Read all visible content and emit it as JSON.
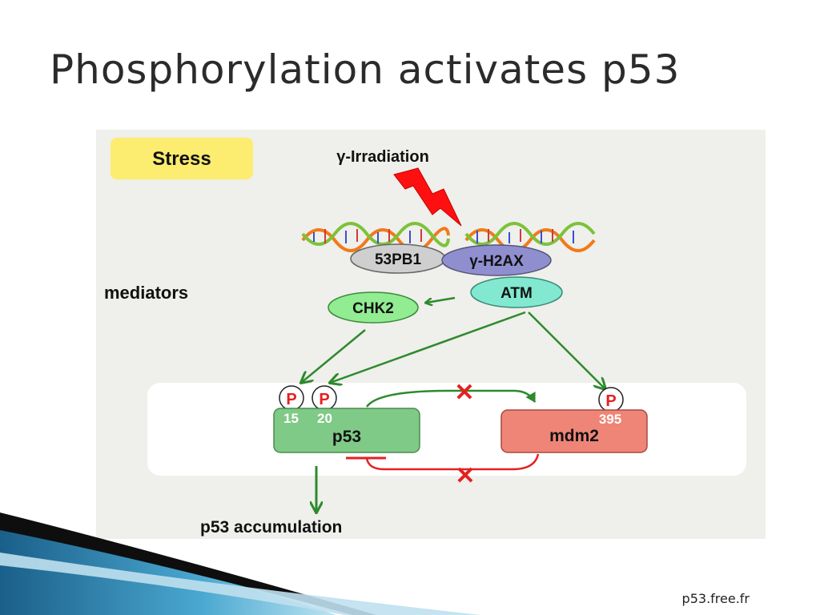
{
  "slide": {
    "title": "Phosphorylation activates p53",
    "footer": "p53.free.fr"
  },
  "diagram": {
    "stress_label": "Stress",
    "stimulus_label": "γ-Irradiation",
    "mediators_label": "mediators",
    "nodes": {
      "53pb1": "53PB1",
      "h2ax": "γ-H2AX",
      "atm": "ATM",
      "chk2": "CHK2",
      "p53": "p53",
      "mdm2": "mdm2"
    },
    "phospho_marker": "P",
    "sites": {
      "p53_site_a": "15",
      "p53_site_b": "20",
      "mdm2_site": "395"
    },
    "inhibition_marker": "✕",
    "outcome_label": "p53 accumulation",
    "colors": {
      "stress_box": "#fcec6f",
      "53pb1": "#cfcfcf",
      "h2ax": "#8f8fd0",
      "atm": "#82e8d0",
      "chk2": "#92ec92",
      "p53": "#7fca86",
      "mdm2": "#ee8577",
      "arrow_green": "#2d8a2d",
      "arrow_red": "#e52020",
      "lightning": "#ff1010"
    }
  }
}
